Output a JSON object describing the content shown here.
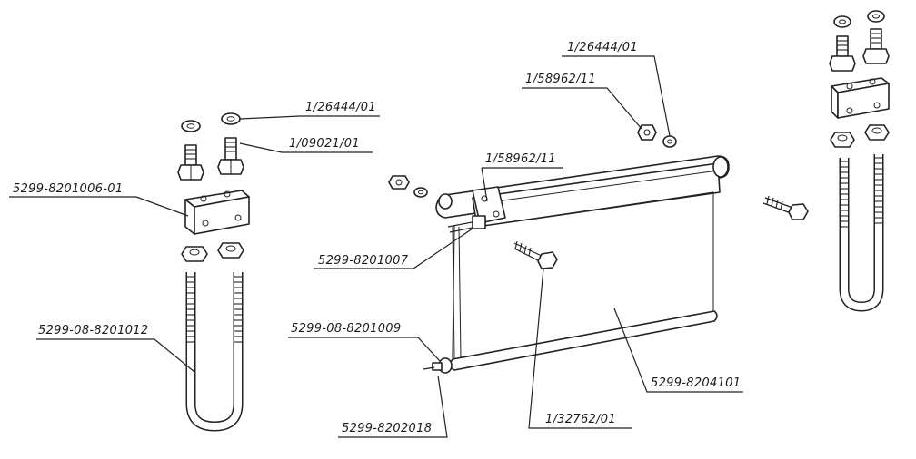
{
  "labels": {
    "washer_left": "1/26444/01",
    "bolt_left": "1/09021/01",
    "bracket_left": "5299-8201006-01",
    "ubolt_left": "5299-08-8201012",
    "nut_center": "1/58962/11",
    "clamp_center": "5299-8201007",
    "end_fitting": "5299-08-8201009",
    "pin": "5299-8202018",
    "top_nut": "1/58962/11",
    "top_washer": "1/26444/01",
    "screen_assembly": "5299-8204101",
    "bottom_bolt": "1/32762/01"
  }
}
